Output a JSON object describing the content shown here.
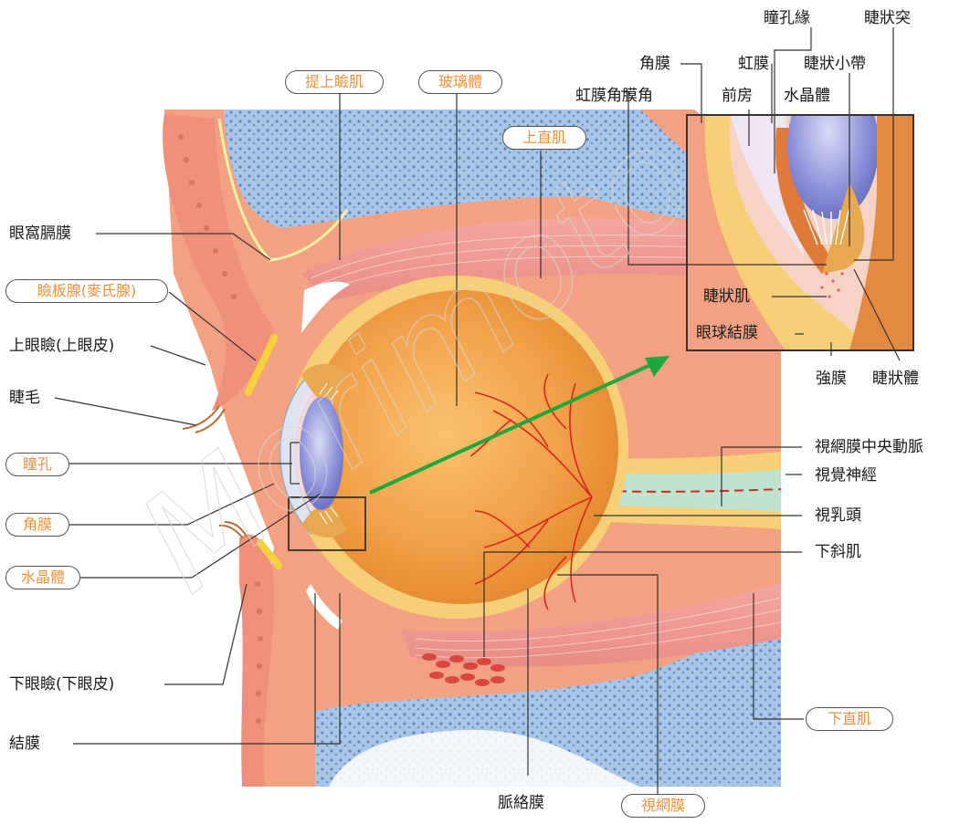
{
  "labels": {
    "tong_kong_en": "瞳孔緣",
    "jie_zhuang_tu": "睫狀突",
    "jiao_mo_top": "角膜",
    "hong_mo_top": "虹膜",
    "jie_zhuang_xiao_dai": "睫狀小帶",
    "hong_mo_jiao_mo_jiao": "虹膜角膜角",
    "qian_fang": "前房",
    "shui_jing_ti_inset": "水晶體",
    "ti_shang_jian_ji": "提上瞼肌",
    "bo_li_ti": "玻璃體",
    "shang_zhi_ji": "上直肌",
    "yan_wo_ge_mo": "眼窩膈膜",
    "jian_ban_xian": "瞼板腺(麥氏腺)",
    "shang_yan_jian": "上眼瞼(上眼皮)",
    "jie_mao": "睫毛",
    "tong_kong": "瞳孔",
    "jiao_mo": "角膜",
    "shui_jing_ti": "水晶體",
    "jie_zhuang_ji": "睫狀肌",
    "yan_qiu_jie_mo": "眼球結膜",
    "qiang_mo": "強膜",
    "jie_zhuang_ti": "睫狀體",
    "shi_wang_mo_zhong_yang_dong_mai": "視網膜中央動脈",
    "shi_jue_shen_jing": "視覺神經",
    "shi_ru_tou": "視乳頭",
    "xia_xie_ji": "下斜肌",
    "xia_yan_jian": "下眼瞼(下眼皮)",
    "jie_mo": "結膜",
    "xia_zhi_ji": "下直肌",
    "mai_luo_mo": "脈絡膜",
    "shi_wang_mo": "視網膜"
  },
  "colors": {
    "tissue": "#f2a283",
    "tissue_light": "#f7c3a8",
    "bone": "#a9c6e6",
    "bone_dots": "#5b86c2",
    "eye": "#f4a64a",
    "eye_outer": "#f7cf76",
    "lens": "#7f86d4",
    "vessel": "#d9261c",
    "arrow": "#1ea83c",
    "pill_text": "#f0903a"
  },
  "watermark": "Morimoto"
}
